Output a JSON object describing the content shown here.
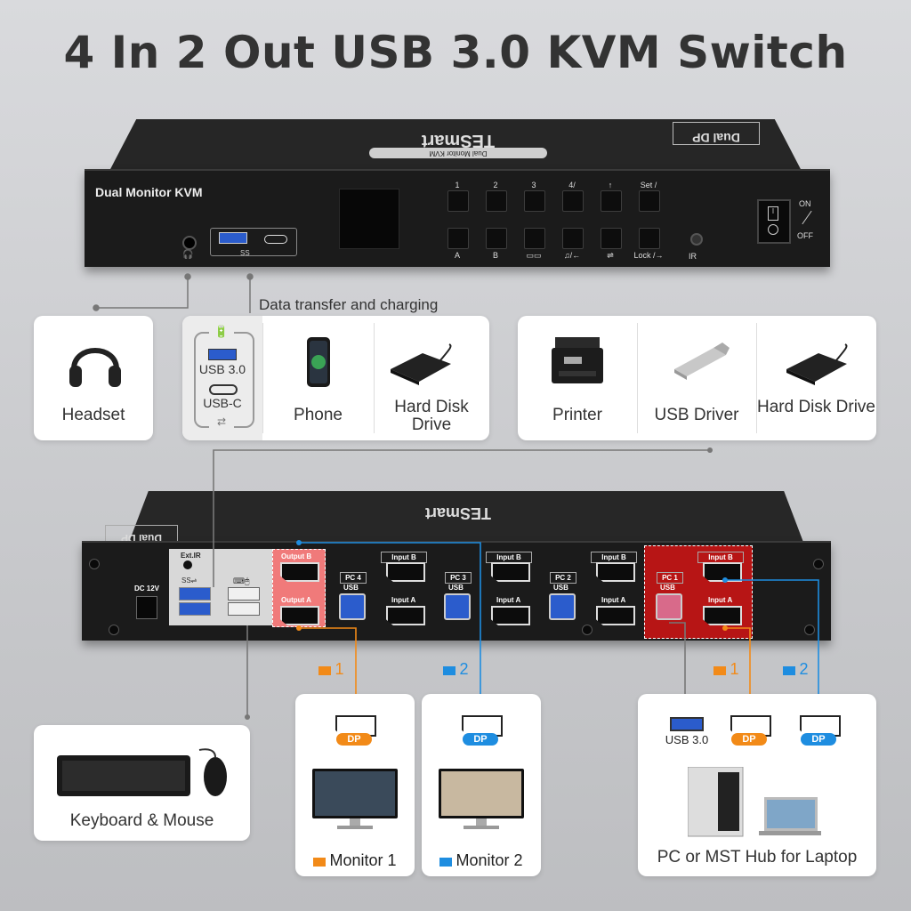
{
  "title": "4 In 2 Out USB 3.0 KVM Switch",
  "front_panel": {
    "brand": "TESmart",
    "brand_sub": "Dual Monitor KVM",
    "badge": "Dual DP",
    "label": "Dual Monitor KVM",
    "buttons_top": [
      "1",
      "2",
      "3",
      "4/",
      "↑",
      "Set /"
    ],
    "buttons_bottom": [
      "A",
      "B",
      "",
      "♫/←",
      "",
      "Lock /→"
    ],
    "usb_tag": "SS",
    "ir_label": "IR",
    "power_on": "ON",
    "power_off": "OFF"
  },
  "front_callout": "Data transfer and charging",
  "cards_top_left": {
    "headset": "Headset",
    "usb30": "USB 3.0",
    "usbc": "USB-C",
    "phone": "Phone",
    "hdd": "Hard Disk Drive"
  },
  "cards_top_right": {
    "printer": "Printer",
    "usb_driver": "USB Driver",
    "hdd": "Hard Disk Drive"
  },
  "rear_panel": {
    "brand": "TESmart",
    "badge": "Dual DP",
    "ext_ir": "Ext.IR",
    "dc": "DC 12V",
    "output_b": "Output B",
    "output_a": "Output A",
    "input_b": "Input B",
    "input_a": "Input A",
    "usb": "USB",
    "pcs": [
      "PC 4",
      "PC 3",
      "PC 2",
      "PC 1"
    ]
  },
  "markers": {
    "one": "1",
    "two": "2"
  },
  "colors": {
    "orange": "#f28a18",
    "blue": "#1e8de0",
    "red": "#d42020"
  },
  "bottom_cards": {
    "keyboard_mouse": "Keyboard & Mouse",
    "dp": "DP",
    "monitor1": "Monitor 1",
    "monitor2": "Monitor 2",
    "usb30": "USB 3.0",
    "pc": "PC or MST Hub for Laptop"
  }
}
